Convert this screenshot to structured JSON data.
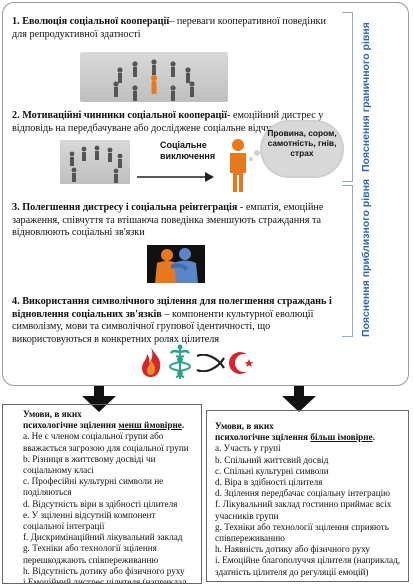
{
  "steps": [
    {
      "title": "1. Еволюція соціальної кооперації",
      "text": "– переваги кооперативної поведінки для репродуктивної здатності"
    },
    {
      "title": "2. Мотиваційні чинники соціальної кооперації",
      "text": "- емоційний дистрес у відповідь на передбачуване або досліджене соціальне відчуження"
    },
    {
      "title": "3. Полегшення дистресу і соціальна реінтеграція",
      "text": " - емпатія, емоційне зараження, співчуття та втішаюча поведінка зменшують страждання та відновлюють соціальні зв'язки"
    },
    {
      "title": "4. Використання символічного зцілення для полегшення страждань і відновлення соціальних зв'язків",
      "text": " – компоненти культурної еволюції символізму, мови та символічної групової ідентичності, що використовуються в конкретних ролях цілителя"
    }
  ],
  "side_labels": {
    "top": "Пояснення граничного рівня",
    "bottom": "Пояснення приблизного рівня"
  },
  "figure2": {
    "social_label": "Соціальне виключення",
    "cloud": "Провина, сором, самотність, гнів, страх"
  },
  "colors": {
    "orange": "#e8781e",
    "blue_label": "#2f64b4",
    "symbol_red": "#d6262a",
    "symbol_teal": "#27a38c"
  },
  "symbols": [
    "flame-icon",
    "caduceus-icon",
    "ichthys-icon",
    "crescent-star-icon"
  ],
  "left_box": {
    "title_pre": "Умови, в яких\nпсихологічне зцілення ",
    "title_emph": "менш ймовірне",
    "title_post": ".",
    "items": [
      "a. Не є членом соціальної групи або вважається загрозою для соціальної групи",
      "b. Різниця в життєвому досвіді чи соціальному класі",
      "c. Професійні культурні символи не поділяються",
      "d. Відсутність віри в здібності цілителя",
      "e. У зціленні відсутній компонент соціальної інтеграції",
      "f. Дискримінаційний лікувальний заклад",
      "g. Техніки або технології зцілення перешкоджають співпереживанню",
      "h. Відсутність дотику або фізичного руху",
      "i.Емоційний дистрес цілителя (наприклад,"
    ]
  },
  "right_box": {
    "title_pre": "Умови, в яких\nпсихологічне зцілення ",
    "title_emph": "більш імовірне",
    "title_post": ".",
    "items": [
      "a. Участь у групі",
      "b. Спільний життєвий досвід",
      "c. Спільні культурні символи",
      " d. Віра в здібності цілителя",
      "d. Зцілення передбачає соціальну інтеграцію",
      "f. Лікувальний заклад гостинно приймає всіх учасників групи",
      "g. Техніки або технології зцілення сприяють співпереживанню",
      "h. Наявність дотику або фізичного руху",
      "i. Емоційне благополуччя цілителя (наприклад, здатність цілителя до регуляції емоцій)"
    ]
  }
}
